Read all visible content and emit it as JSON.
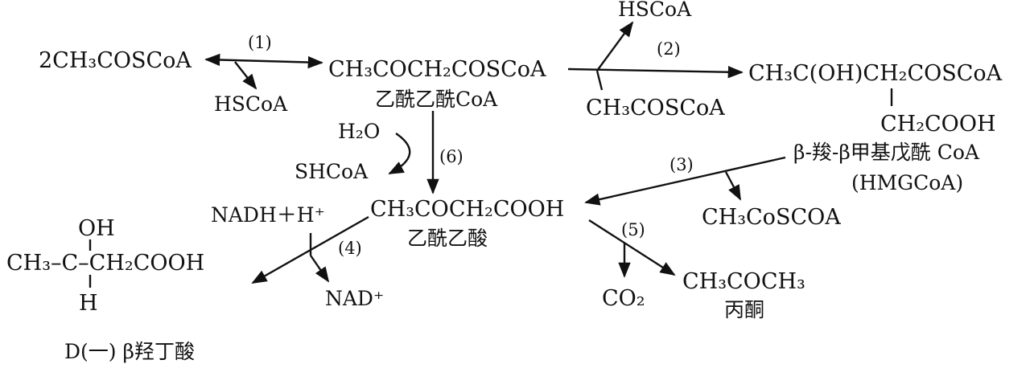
{
  "compounds": {
    "acetyl_coa_x2": "2CH₃COSCoA",
    "acetoacetyl_coa": "CH₃COCH₂COSCoA",
    "acetoacetyl_coa_name": "乙酰乙酰CoA",
    "hmg_coa_main": "CH₃C(OH)CH₂COSCoA",
    "hmg_coa_branch": "CH₂COOH",
    "hmg_coa_name": "β-羧-β甲基戊酰 CoA",
    "hmg_coa_abbr": "(HMGCoA)",
    "acetoacetate": "CH₃COCH₂COOH",
    "acetoacetate_name": "乙酰乙酸",
    "hydroxybutyrate_oh": "OH",
    "hydroxybutyrate_main": "CH₃–C–CH₂COOH",
    "hydroxybutyrate_h": "H",
    "hydroxybutyrate_name": "D(一) β羟丁酸",
    "acetone": "CH₃COCH₃",
    "acetone_name": "丙酮"
  },
  "cofactors": {
    "hscoa_1": "HSCoA",
    "hscoa_2": "HSCoA",
    "acetyl_coa_in": "CH₃COSCoA",
    "acetyl_coa_out": "CH₃CoSCOA",
    "water": "H₂O",
    "shcoa": "SHCoA",
    "nadh": "NADH＋H⁺",
    "nad": "NAD⁺",
    "co2": "CO₂"
  },
  "steps": {
    "s1": "(1)",
    "s2": "(2)",
    "s3": "(3)",
    "s4": "(4)",
    "s5": "(5)",
    "s6": "(6)"
  }
}
